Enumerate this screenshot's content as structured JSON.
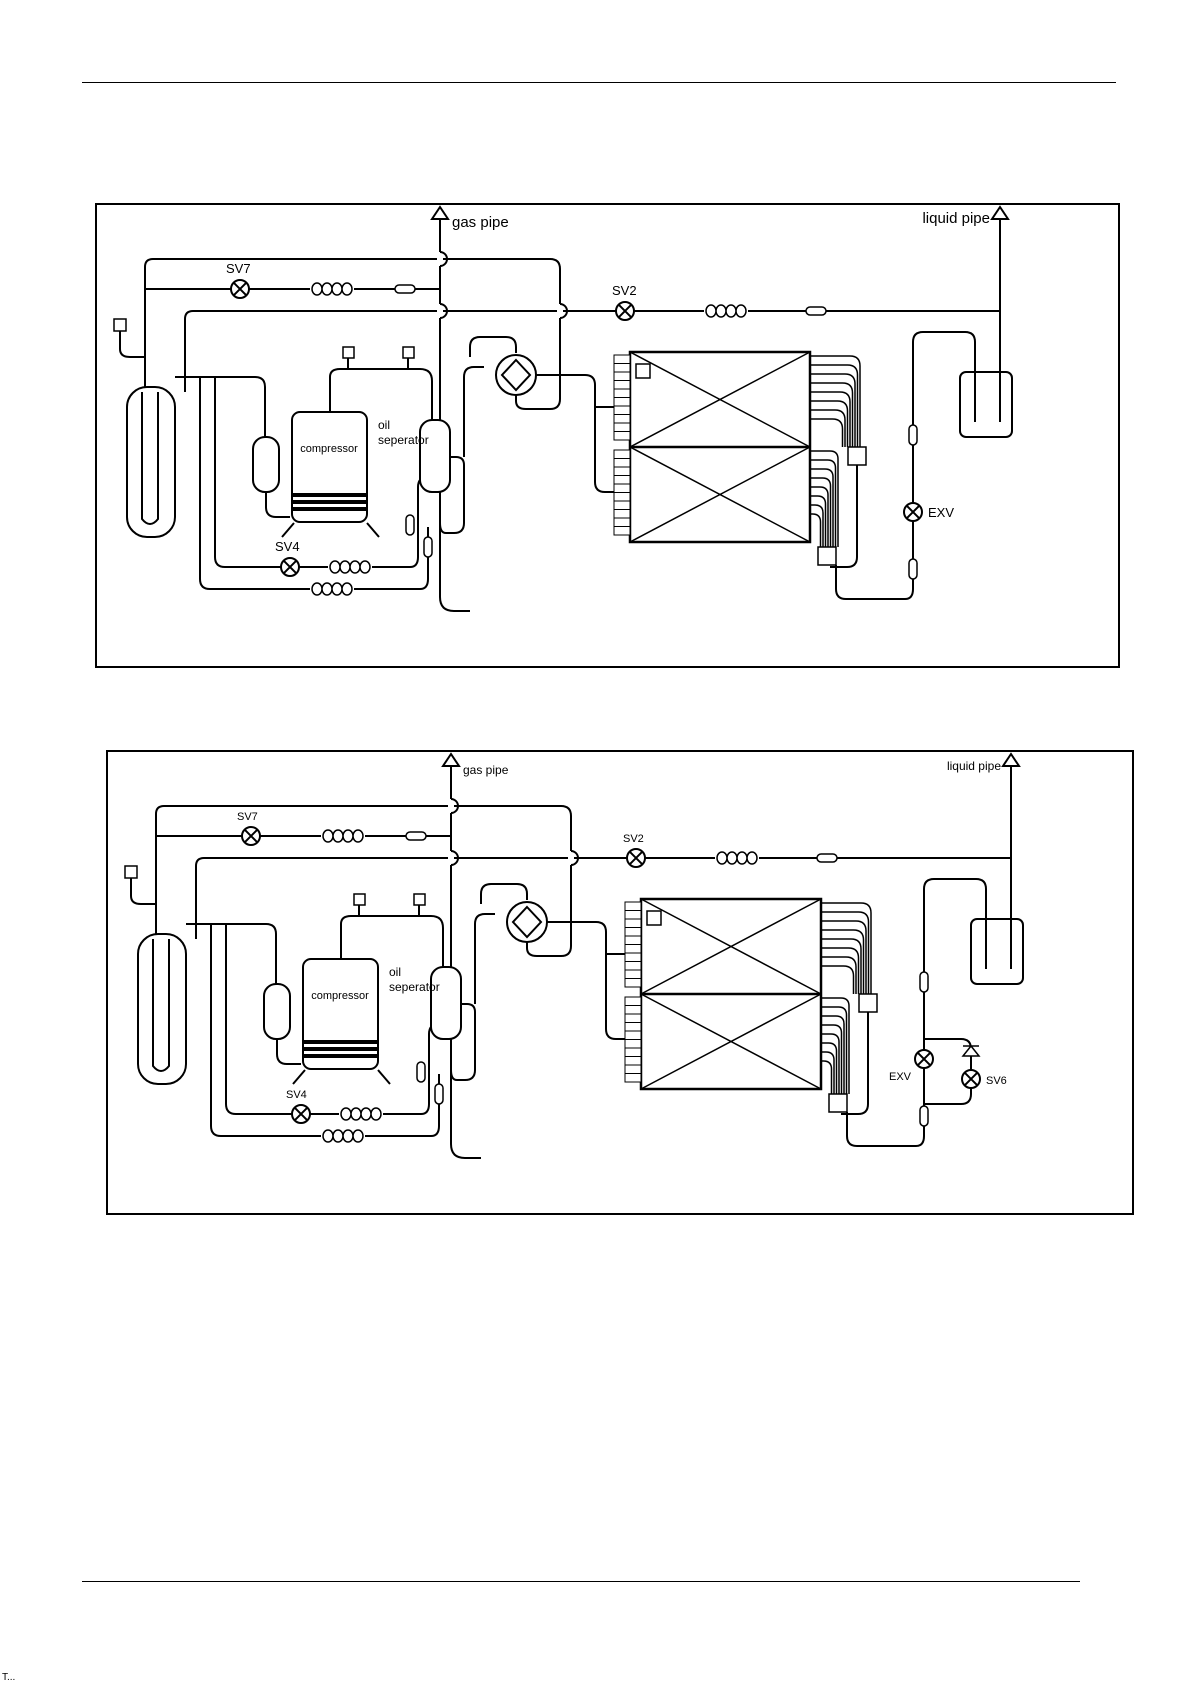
{
  "diagrams": [
    {
      "labels": {
        "gas_pipe": "gas pipe",
        "liquid_pipe": "liquid pipe",
        "sv7": "SV7",
        "sv2": "SV2",
        "sv4": "SV4",
        "exv": "EXV",
        "compressor": "compressor",
        "oil": "oil",
        "separator": "seperator"
      }
    },
    {
      "labels": {
        "gas_pipe": "gas pipe",
        "liquid_pipe": "liquid pipe",
        "sv7": "SV7",
        "sv2": "SV2",
        "sv4": "SV4",
        "exv": "EXV",
        "sv6": "SV6",
        "compressor": "compressor",
        "oil": "oil",
        "separator": "seperator"
      }
    }
  ],
  "footer": {
    "text": "T..."
  }
}
